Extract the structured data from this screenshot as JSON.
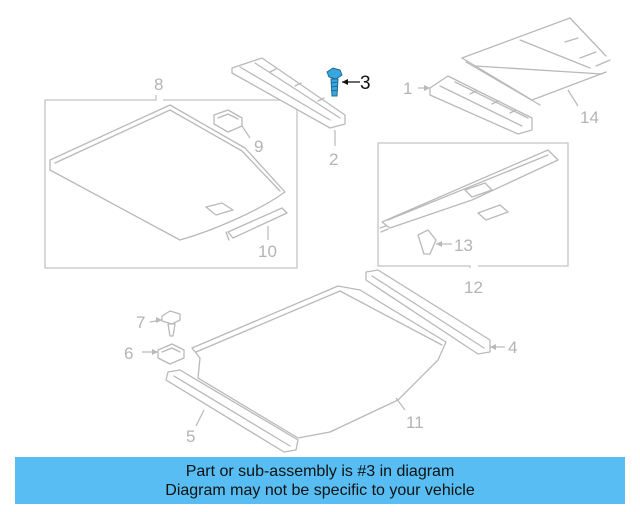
{
  "diagram": {
    "callouts": [
      {
        "id": "1",
        "label": "1"
      },
      {
        "id": "2",
        "label": "2"
      },
      {
        "id": "3",
        "label": "3"
      },
      {
        "id": "4",
        "label": "4"
      },
      {
        "id": "5",
        "label": "5"
      },
      {
        "id": "6",
        "label": "6"
      },
      {
        "id": "7",
        "label": "7"
      },
      {
        "id": "8",
        "label": "8"
      },
      {
        "id": "9",
        "label": "9"
      },
      {
        "id": "10",
        "label": "10"
      },
      {
        "id": "11",
        "label": "11"
      },
      {
        "id": "12",
        "label": "12"
      },
      {
        "id": "13",
        "label": "13"
      },
      {
        "id": "14",
        "label": "14"
      }
    ],
    "highlighted_part": "3",
    "colors": {
      "highlight": "#3aa6dd",
      "parts": "#b9b9b9",
      "banner": "#57bdf2"
    }
  },
  "banner": {
    "line1": "Part or sub-assembly is #3 in diagram",
    "line2": "Diagram may not be specific to your vehicle"
  }
}
